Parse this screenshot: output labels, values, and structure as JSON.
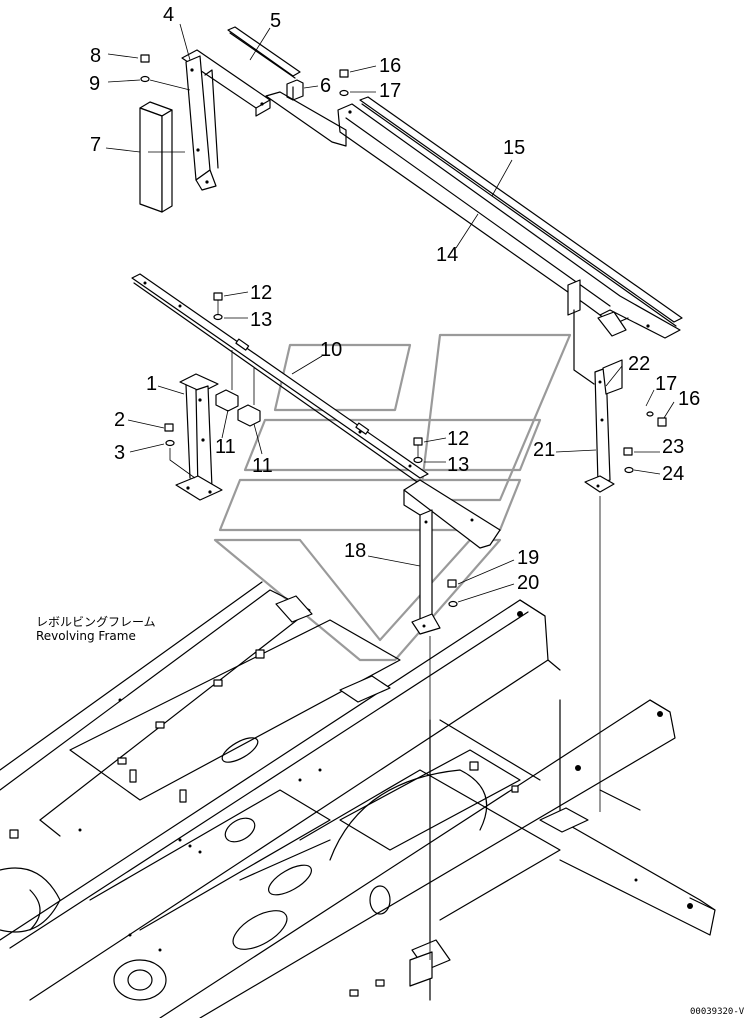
{
  "diagram": {
    "callouts": [
      {
        "id": "c4",
        "label": "4"
      },
      {
        "id": "c5",
        "label": "5"
      },
      {
        "id": "c8",
        "label": "8"
      },
      {
        "id": "c9",
        "label": "9"
      },
      {
        "id": "c6",
        "label": "6"
      },
      {
        "id": "c16a",
        "label": "16"
      },
      {
        "id": "c17a",
        "label": "17"
      },
      {
        "id": "c7",
        "label": "7"
      },
      {
        "id": "c15",
        "label": "15"
      },
      {
        "id": "c14",
        "label": "14"
      },
      {
        "id": "c12a",
        "label": "12"
      },
      {
        "id": "c13a",
        "label": "13"
      },
      {
        "id": "c10",
        "label": "10"
      },
      {
        "id": "c1",
        "label": "1"
      },
      {
        "id": "c22",
        "label": "22"
      },
      {
        "id": "c17b",
        "label": "17"
      },
      {
        "id": "c16b",
        "label": "16"
      },
      {
        "id": "c2",
        "label": "2"
      },
      {
        "id": "c11a",
        "label": "11"
      },
      {
        "id": "c3",
        "label": "3"
      },
      {
        "id": "c12b",
        "label": "12"
      },
      {
        "id": "c13b",
        "label": "13"
      },
      {
        "id": "c21",
        "label": "21"
      },
      {
        "id": "c23",
        "label": "23"
      },
      {
        "id": "c24",
        "label": "24"
      },
      {
        "id": "c11b",
        "label": "11"
      },
      {
        "id": "c18",
        "label": "18"
      },
      {
        "id": "c19",
        "label": "19"
      },
      {
        "id": "c20",
        "label": "20"
      }
    ],
    "frame_label_jp": "レボルビングフレーム",
    "frame_label_en": "Revolving Frame",
    "drawing_id": "00039320-V",
    "colors": {
      "line": "#000000",
      "watermark": "#9a9a9a",
      "background": "#ffffff"
    }
  }
}
